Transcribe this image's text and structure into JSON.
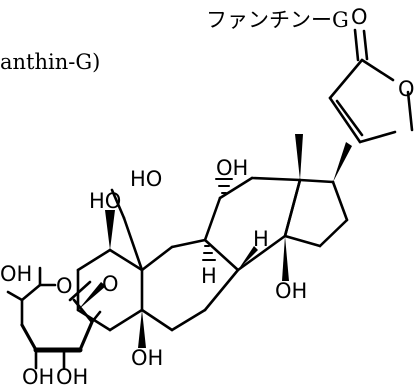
{
  "caption": {
    "name_japanese": "ファンチンーG",
    "name_latin": "anthin-G)"
  },
  "structure": {
    "atoms": {
      "o_carbonyl": "O",
      "o_ring_lactone": "O",
      "oh_c12": "OH",
      "ho_c1": "HO",
      "ho_c19": "HO",
      "h_c8": "H",
      "h_c9": "H",
      "oh_c14": "OH",
      "oh_c5": "OH",
      "o_glycosidic": "O",
      "o_sugar_ring": "O",
      "oh_sugar_c4": "OH",
      "oh_sugar_c3": "OH",
      "oh_sugar_c2": "OH"
    }
  }
}
